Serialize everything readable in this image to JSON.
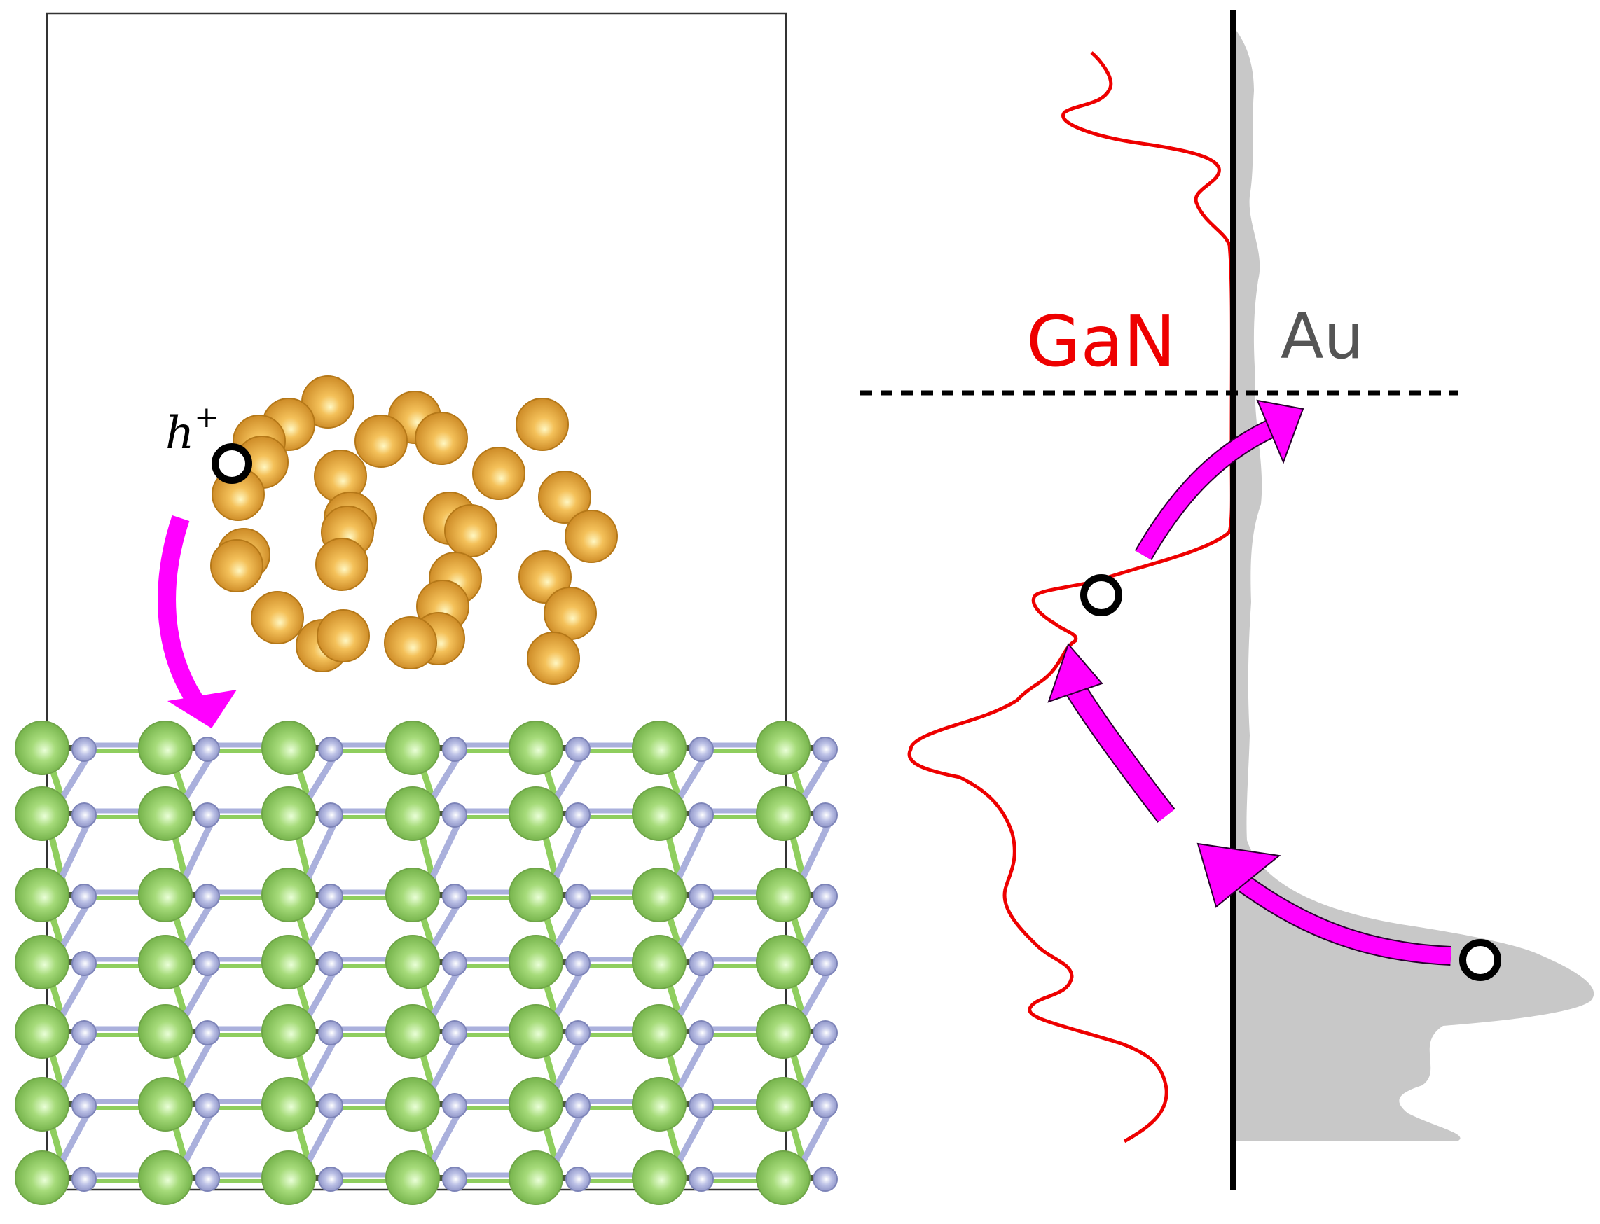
{
  "labels": {
    "hole": "h",
    "hole_sup": "+",
    "gan": "GaN",
    "au": "Au"
  },
  "colors": {
    "gan_curve": "#ee0000",
    "au_fill": "#c8c8c8",
    "arrow": "#ff00ff",
    "arrow_edge": "#2a0030",
    "axis": "#000000",
    "gold_atom": "#e3a332",
    "ga_atom": "#8fce5e",
    "n_atom": "#aab0dc",
    "ga_bond": "#8fce5e",
    "n_bond": "#aab0dc"
  },
  "icons": {
    "hole": "open-circle-icon",
    "transfer": "curved-arrow-icon"
  }
}
